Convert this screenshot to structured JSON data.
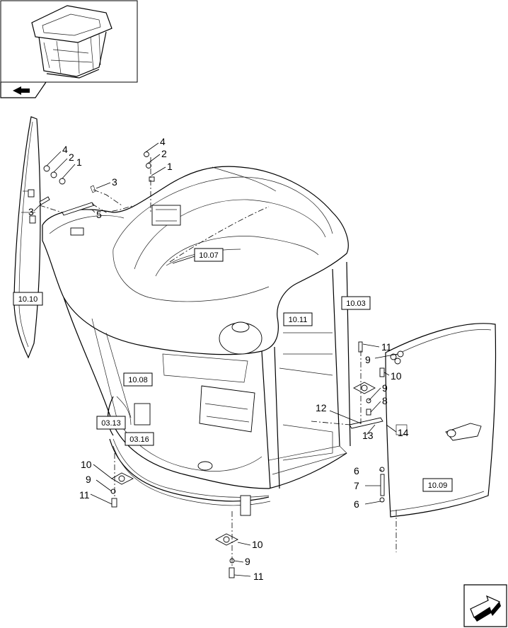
{
  "thumbnail": {
    "icon": "cab-thumbnail-icon"
  },
  "nav_icon_top": {
    "icon": "back-arrow-icon"
  },
  "nav_icon_bottom": {
    "icon": "next-page-arrow-icon"
  },
  "reference_boxes": {
    "r1007": "10.07",
    "r1010": "10.10",
    "r1003": "10.03",
    "r1011": "10.11",
    "r1008": "10.08",
    "r0313": "03.13",
    "r0316": "03.16",
    "r1009": "10.09"
  },
  "callouts": {
    "c_left_4": "4",
    "c_left_2": "2",
    "c_left_1": "1",
    "c_left_3a": "3",
    "c_left_3b": "3",
    "c_left_5": "5",
    "c_top_4": "4",
    "c_top_2": "2",
    "c_top_1": "1",
    "c_right_11": "11",
    "c_right_9a": "9",
    "c_right_10": "10",
    "c_right_9b": "9",
    "c_right_8": "8",
    "c_right_12": "12",
    "c_right_13": "13",
    "c_right_14": "14",
    "c_right_6a": "6",
    "c_right_7": "7",
    "c_right_6b": "6",
    "c_bl_10": "10",
    "c_bl_9": "9",
    "c_bl_11": "11",
    "c_bot_10": "10",
    "c_bot_9": "9",
    "c_bot_11": "11"
  }
}
